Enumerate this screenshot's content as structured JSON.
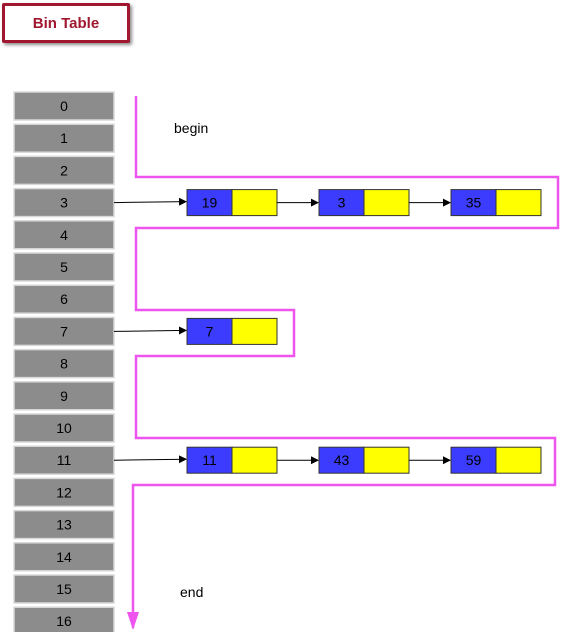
{
  "title": "Bin Table",
  "bins": [
    "0",
    "1",
    "2",
    "3",
    "4",
    "5",
    "6",
    "7",
    "8",
    "9",
    "10",
    "11",
    "12",
    "13",
    "14",
    "15",
    "16"
  ],
  "chains": [
    {
      "bin": 3,
      "nodes": [
        "19",
        "3",
        "35"
      ]
    },
    {
      "bin": 7,
      "nodes": [
        "7"
      ]
    },
    {
      "bin": 11,
      "nodes": [
        "11",
        "43",
        "59"
      ]
    }
  ],
  "labels": {
    "begin": "begin",
    "end": "end"
  },
  "colors": {
    "title": "#a0172f",
    "bin_fill": "#8c8c8c",
    "node_key": "#3c3cff",
    "node_pointer": "#ffff00",
    "traversal_path": "#ee55ee"
  }
}
